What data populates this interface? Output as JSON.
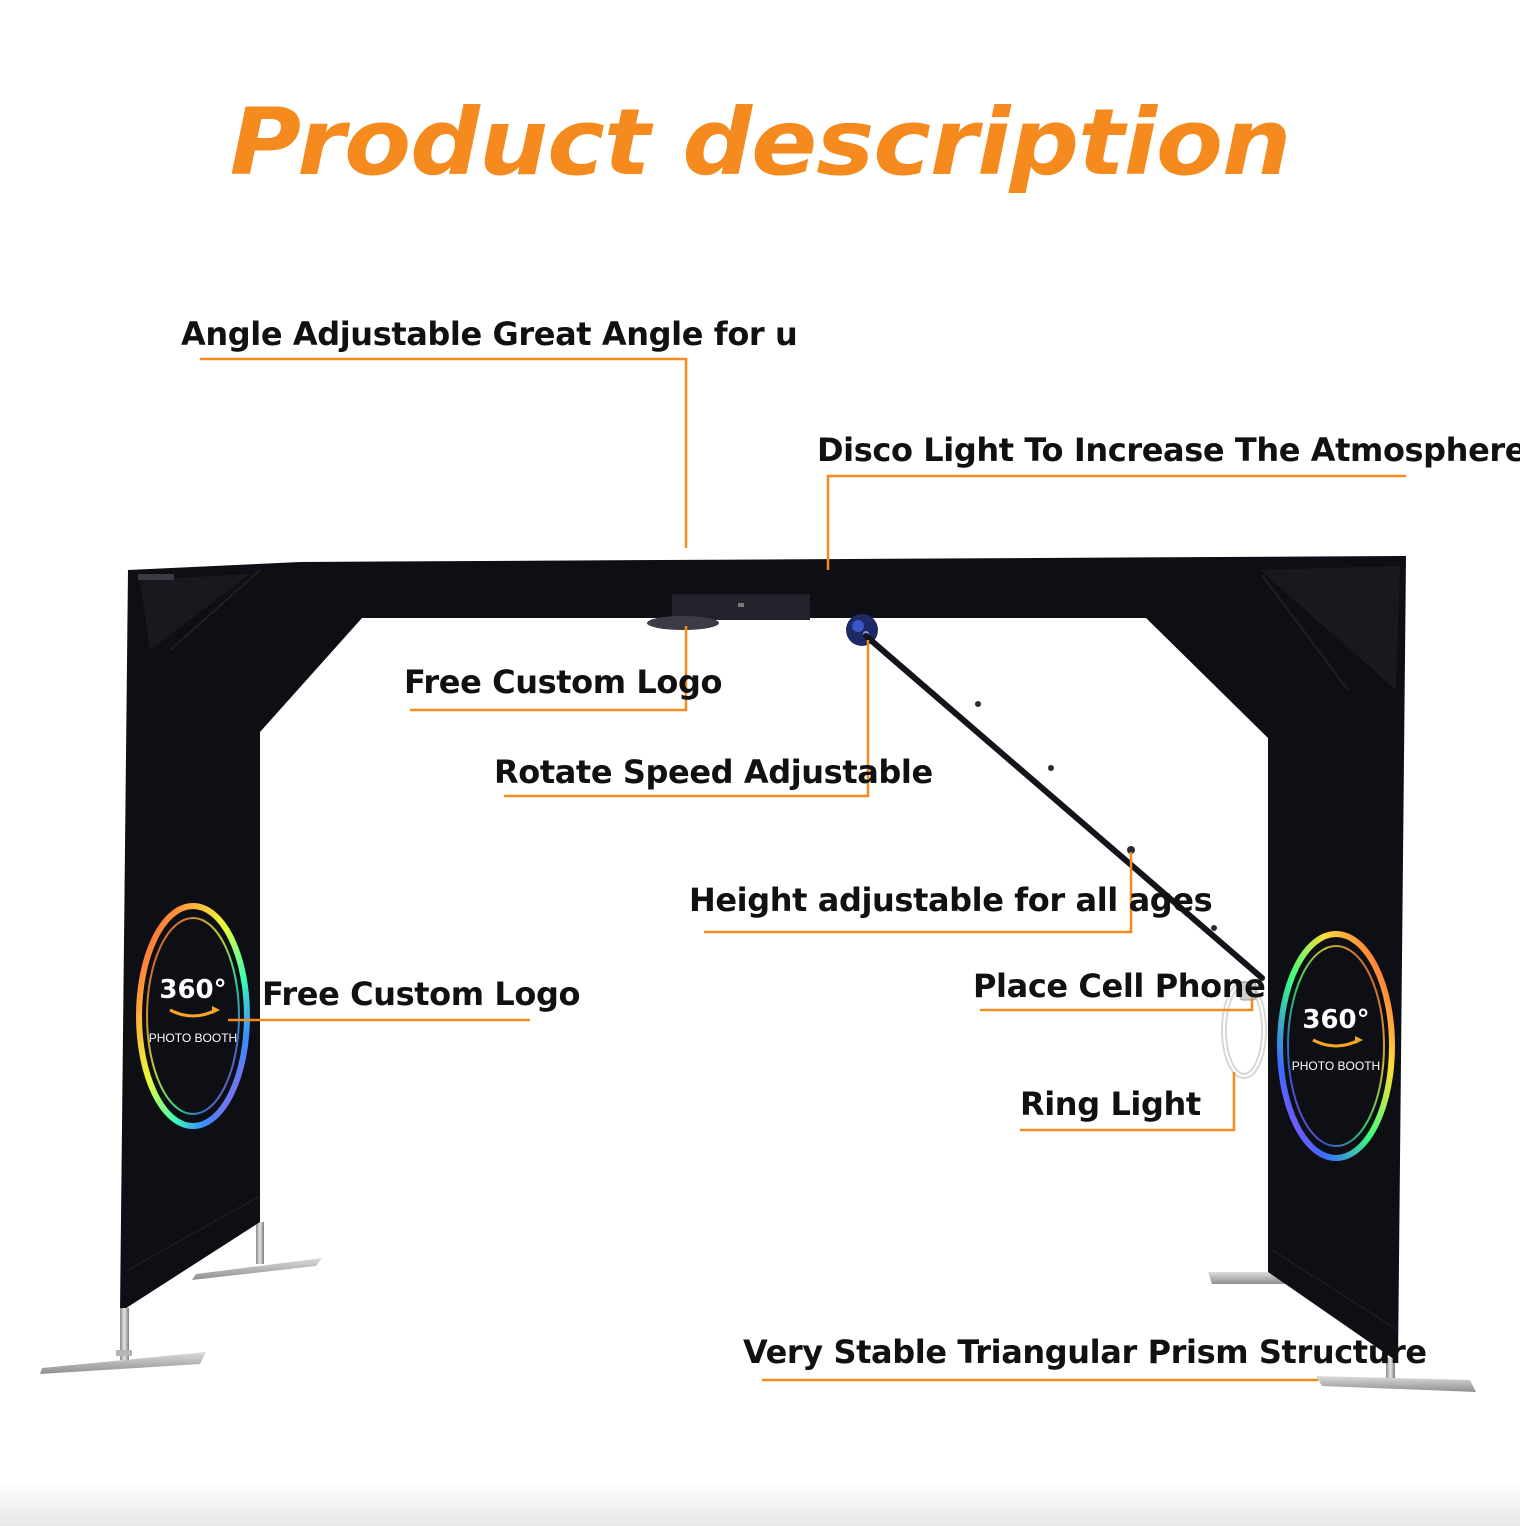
{
  "title": "Product description",
  "callouts": {
    "angle": "Angle Adjustable Great Angle for u",
    "disco": "Disco Light To Increase The Atmosphere",
    "logo_top": "Free Custom Logo",
    "rotate": "Rotate Speed Adjustable",
    "height": "Height adjustable for all ages",
    "logo_side": "Free Custom Logo",
    "phone": "Place Cell Phone",
    "ring": "Ring Light",
    "stable": "Very Stable Triangular Prism Structure"
  },
  "banner_logo": {
    "big": "360°",
    "small": "PHOTO BOOTH"
  },
  "colors": {
    "accent": "#f58a1f",
    "frame": "#0e0f14",
    "text": "#111111"
  }
}
